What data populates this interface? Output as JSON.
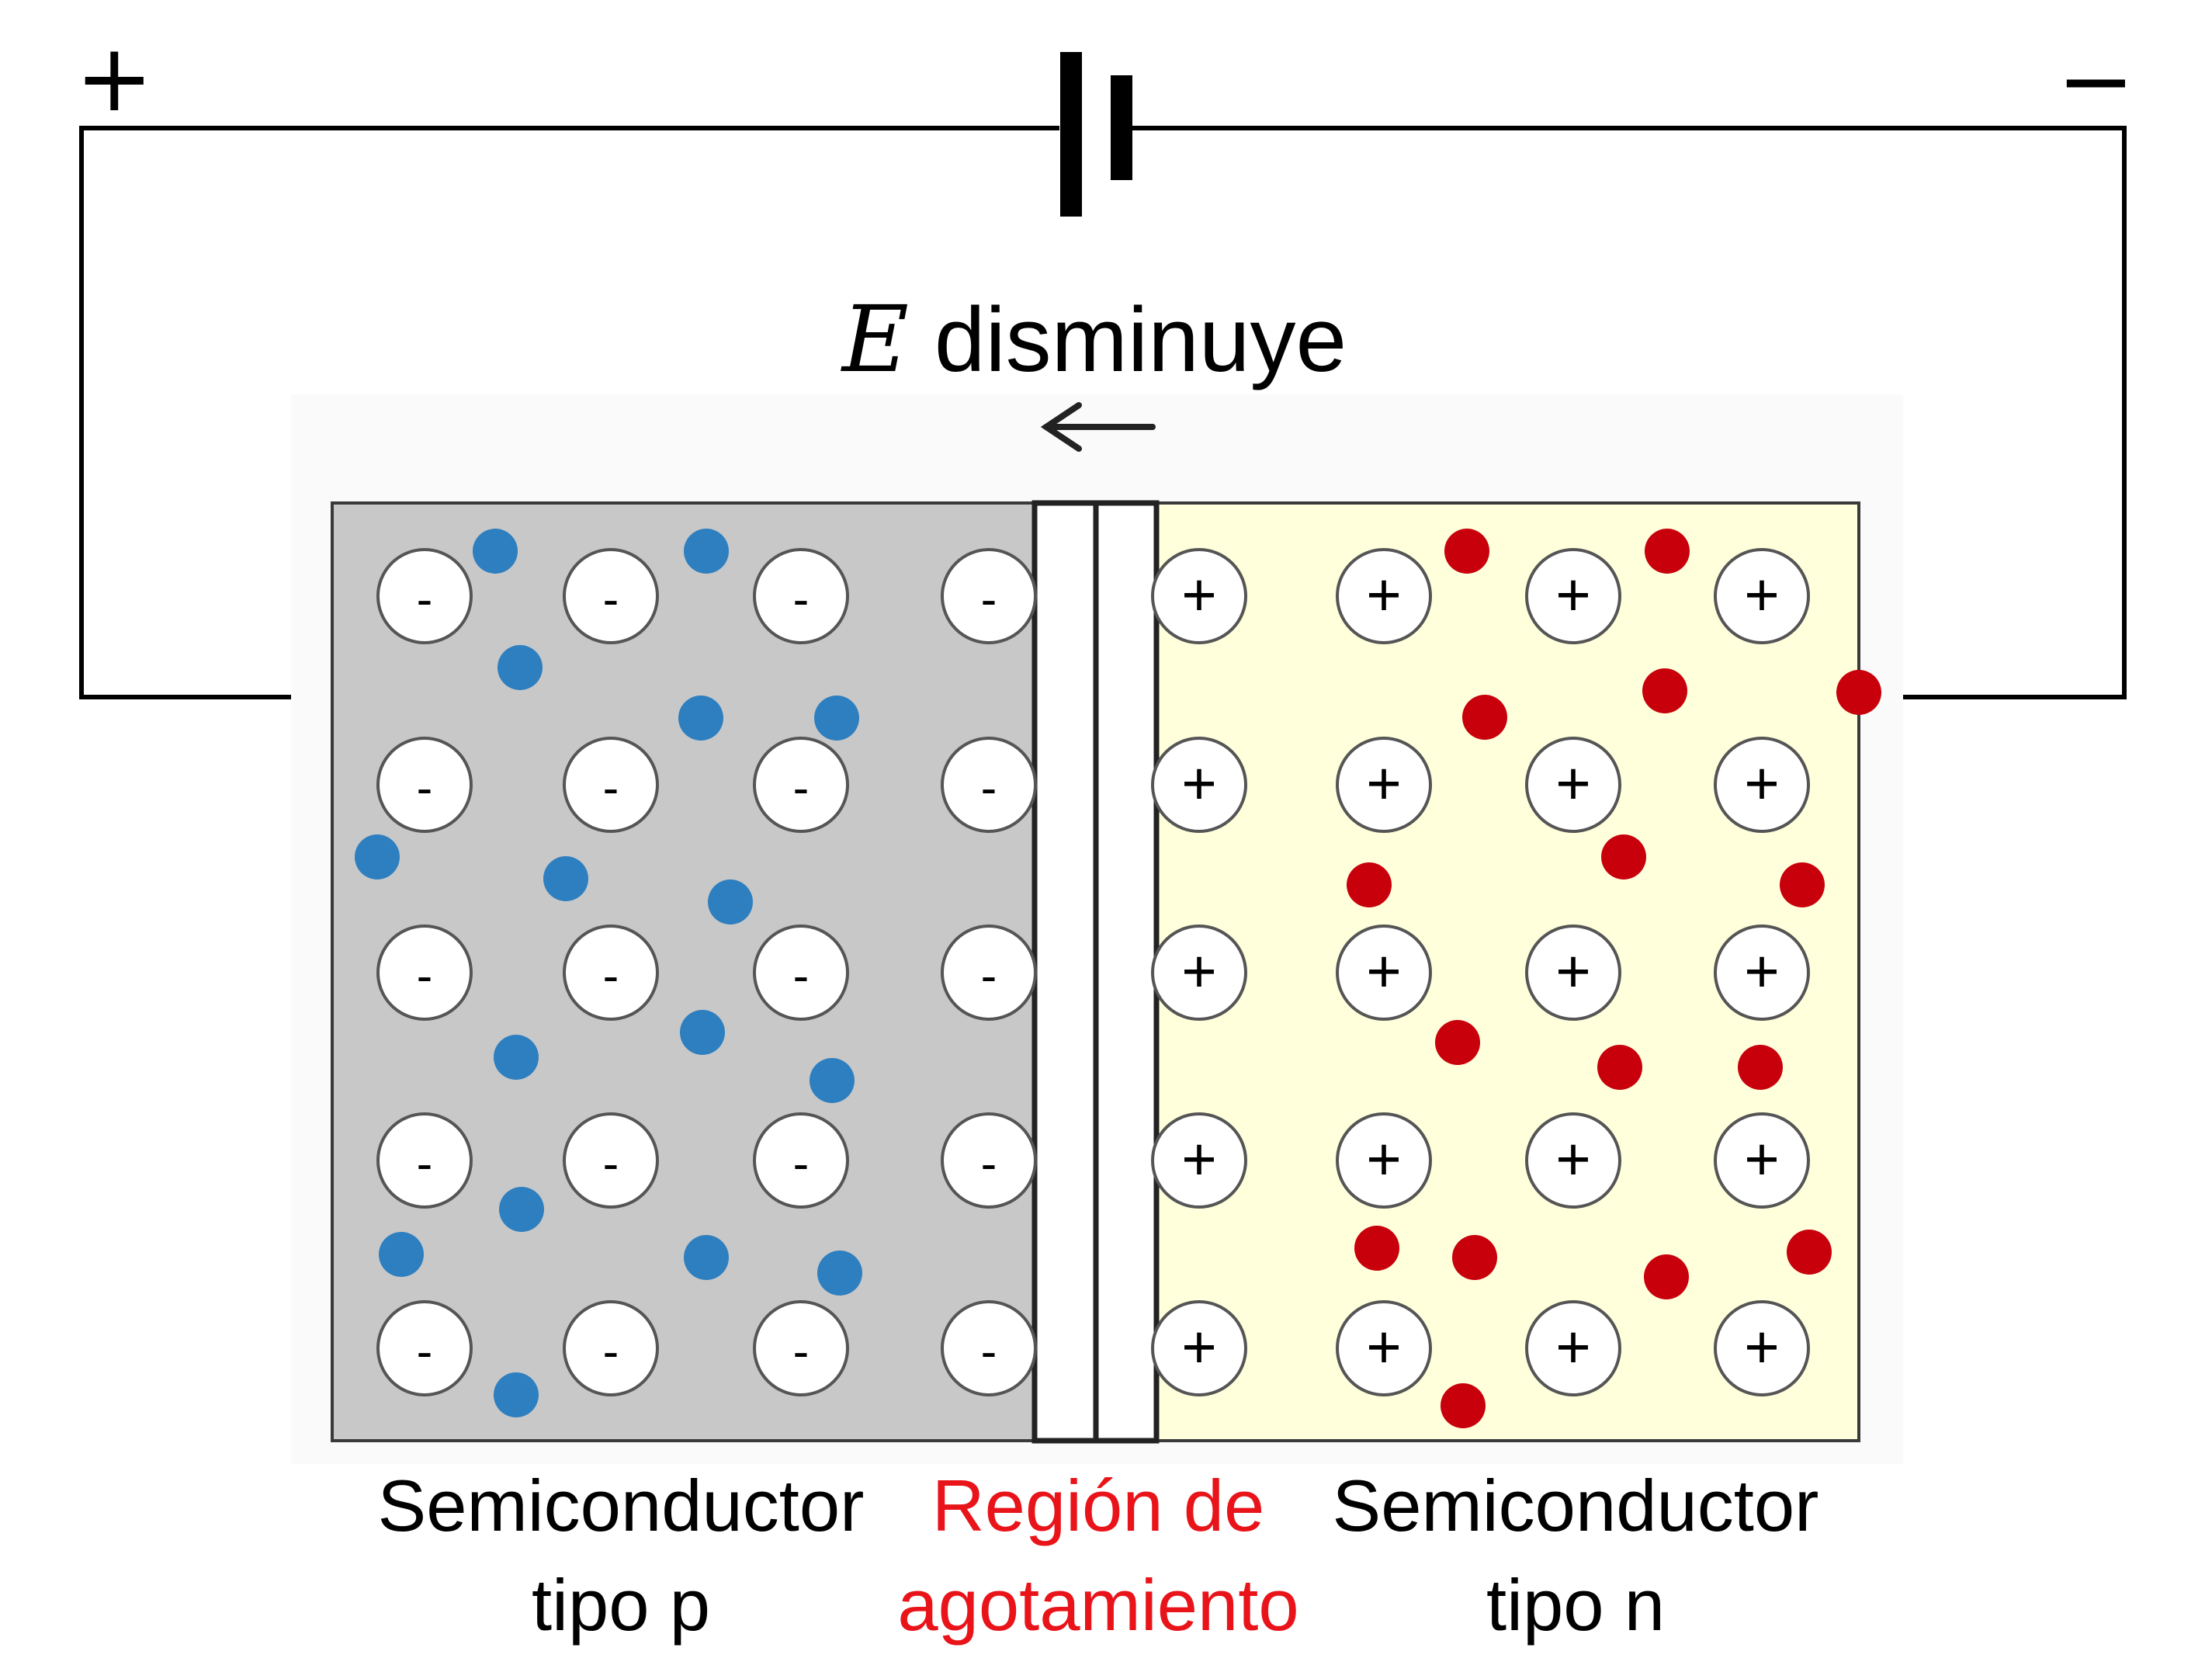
{
  "battery": {
    "positive_sign": "+",
    "negative_sign": "−"
  },
  "field": {
    "symbol": "E",
    "text": "disminuye"
  },
  "labels": {
    "p_region": [
      "Semiconductor",
      "tipo p"
    ],
    "depletion": [
      "Región de",
      "agotamiento"
    ],
    "n_region": [
      "Semiconductor",
      "tipo n"
    ]
  },
  "ion_signs": {
    "acceptor": "-",
    "donor": "+"
  },
  "colors": {
    "p_region_fill": "#c8c8c8",
    "n_region_fill": "#ffffdc",
    "hole_dot": "#2e7fc0",
    "electron_dot": "#c8000c",
    "depletion_label": "#e8141a",
    "wire": "#000000"
  }
}
